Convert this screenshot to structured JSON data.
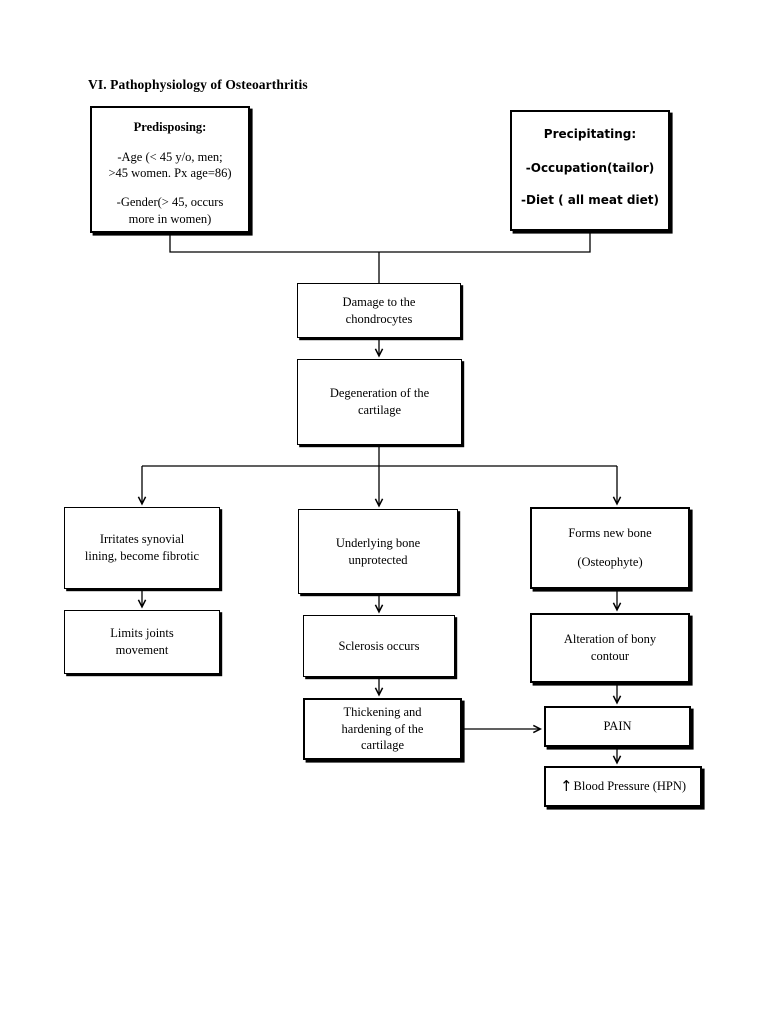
{
  "document": {
    "title": "VI. Pathophysiology of Osteoarthritis",
    "background_color": "#ffffff",
    "ink_color": "#000000"
  },
  "diagram": {
    "type": "flowchart",
    "orientation": "top-down",
    "nodes": [
      {
        "id": "predisposing",
        "header": "Predisposing:",
        "lines": [
          "-Age (< 45 y/o, men;",
          ">45 women. Px age=86)",
          "-Gender(> 45, occurs",
          "more in women)"
        ],
        "line1": "-Age (< 45 y/o, men;",
        "line2": ">45 women. Px age=86)",
        "line3": "-Gender(> 45, occurs",
        "line4": "more in women)"
      },
      {
        "id": "precipitating",
        "header": "Precipitating:",
        "line1": "-Occupation(tailor)",
        "line2": "-Diet ( all meat diet)"
      },
      {
        "id": "damage-chondrocytes",
        "line1": "Damage to the",
        "line2": "chondrocytes"
      },
      {
        "id": "degeneration-cartilage",
        "line1": "Degeneration of the",
        "line2": "cartilage"
      },
      {
        "id": "irritates-synovial",
        "line1": "Irritates synovial",
        "line2": "lining, become fibrotic"
      },
      {
        "id": "limits-joints",
        "line1": "Limits joints",
        "line2": "movement"
      },
      {
        "id": "underlying-bone",
        "line1": "Underlying bone",
        "line2": "unprotected"
      },
      {
        "id": "sclerosis",
        "line1": "Sclerosis occurs"
      },
      {
        "id": "thickening-hardening",
        "line1": "Thickening and",
        "line2": "hardening of the",
        "line3": "cartilage"
      },
      {
        "id": "forms-new-bone",
        "line1": "Forms new bone",
        "line2": "(Osteophyte)"
      },
      {
        "id": "alteration-bony-contour",
        "line1": "Alteration of bony",
        "line2": "contour"
      },
      {
        "id": "pain",
        "line1": "PAIN"
      },
      {
        "id": "blood-pressure",
        "arrow_glyph": "↑",
        "line1": "Blood Pressure (HPN)"
      }
    ],
    "edges": [
      {
        "from": "predisposing",
        "to": "damage-chondrocytes",
        "style": "elbow-merge",
        "arrowhead": false
      },
      {
        "from": "precipitating",
        "to": "damage-chondrocytes",
        "style": "elbow-merge",
        "arrowhead": false
      },
      {
        "from": "damage-chondrocytes",
        "to": "degeneration-cartilage",
        "style": "straight",
        "arrowhead": true
      },
      {
        "from": "degeneration-cartilage",
        "to": "irritates-synovial",
        "style": "elbow-split",
        "arrowhead": true
      },
      {
        "from": "degeneration-cartilage",
        "to": "underlying-bone",
        "style": "straight",
        "arrowhead": true
      },
      {
        "from": "degeneration-cartilage",
        "to": "forms-new-bone",
        "style": "elbow-split",
        "arrowhead": true
      },
      {
        "from": "irritates-synovial",
        "to": "limits-joints",
        "style": "straight",
        "arrowhead": true
      },
      {
        "from": "underlying-bone",
        "to": "sclerosis",
        "style": "straight",
        "arrowhead": true
      },
      {
        "from": "sclerosis",
        "to": "thickening-hardening",
        "style": "straight",
        "arrowhead": true
      },
      {
        "from": "forms-new-bone",
        "to": "alteration-bony-contour",
        "style": "straight",
        "arrowhead": true
      },
      {
        "from": "alteration-bony-contour",
        "to": "pain",
        "style": "straight",
        "arrowhead": true
      },
      {
        "from": "thickening-hardening",
        "to": "pain",
        "style": "horizontal",
        "arrowhead": true
      },
      {
        "from": "pain",
        "to": "blood-pressure",
        "style": "straight",
        "arrowhead": true
      }
    ]
  }
}
